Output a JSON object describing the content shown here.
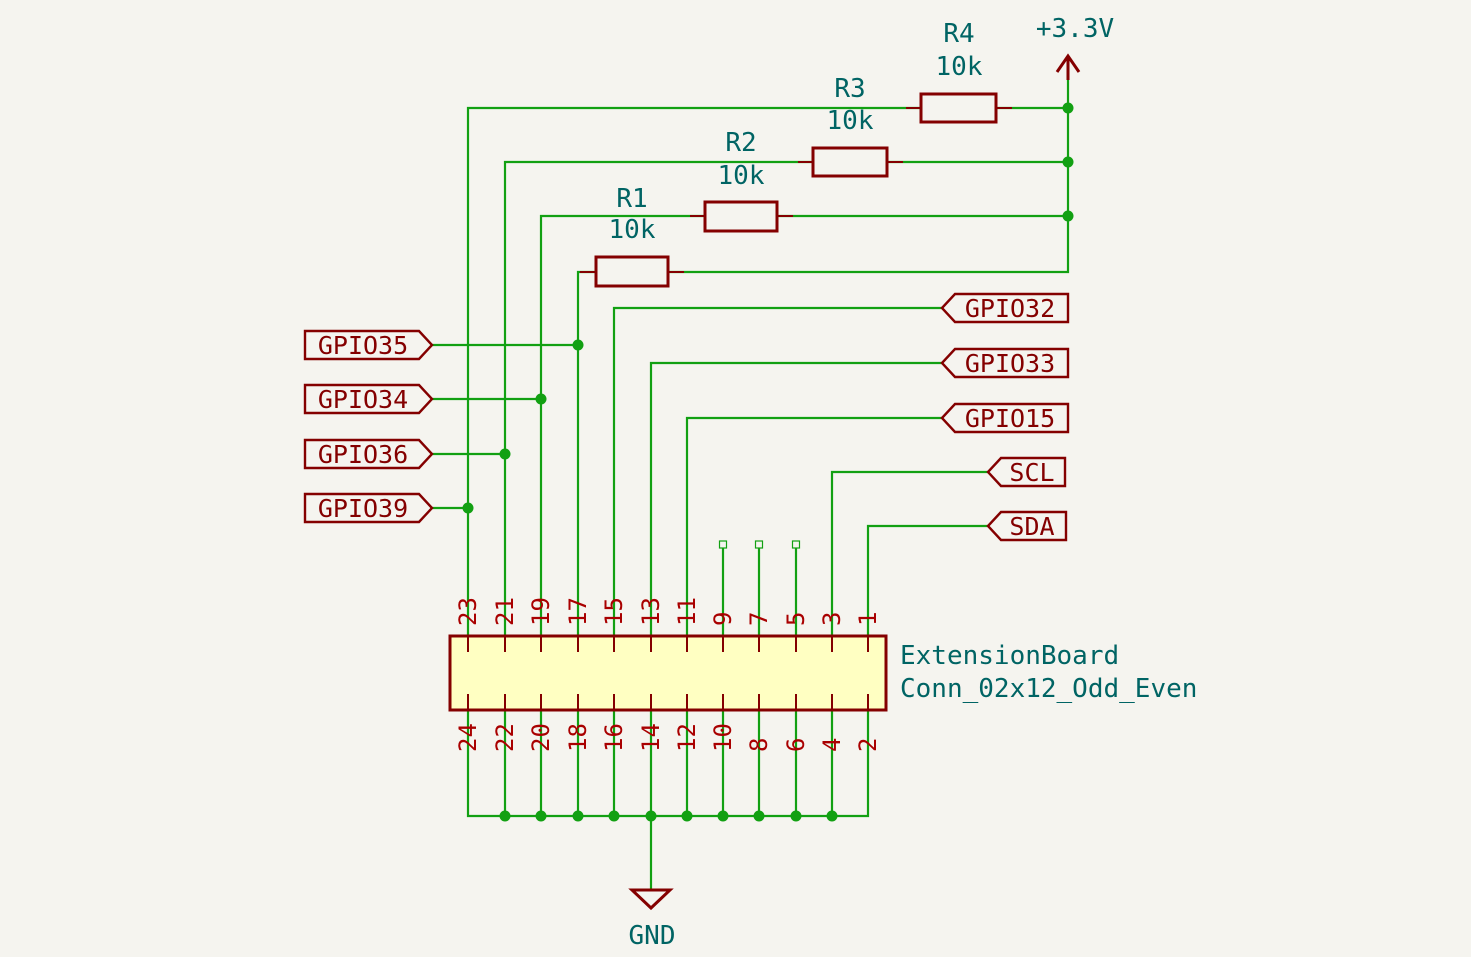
{
  "power": {
    "vcc_label": "+3.3V",
    "gnd_label": "GND"
  },
  "resistors": [
    {
      "ref": "R1",
      "value": "10k"
    },
    {
      "ref": "R2",
      "value": "10k"
    },
    {
      "ref": "R3",
      "value": "10k"
    },
    {
      "ref": "R4",
      "value": "10k"
    }
  ],
  "left_labels": [
    "GPIO35",
    "GPIO34",
    "GPIO36",
    "GPIO39"
  ],
  "right_labels": [
    "GPIO32",
    "GPIO33",
    "GPIO15",
    "SCL",
    "SDA"
  ],
  "connector": {
    "ref": "ExtensionBoard",
    "value": "Conn_02x12_Odd_Even",
    "top_pins": [
      "23",
      "21",
      "19",
      "17",
      "15",
      "13",
      "11",
      "9",
      "7",
      "5",
      "3",
      "1"
    ],
    "bottom_pins": [
      "24",
      "22",
      "20",
      "18",
      "16",
      "14",
      "12",
      "10",
      "8",
      "6",
      "4",
      "2"
    ]
  },
  "colors": {
    "wire": "#12a012",
    "symbol": "#840000",
    "text": "#006464",
    "connector_fill": "#ffffc2",
    "background": "#f5f4ef"
  }
}
